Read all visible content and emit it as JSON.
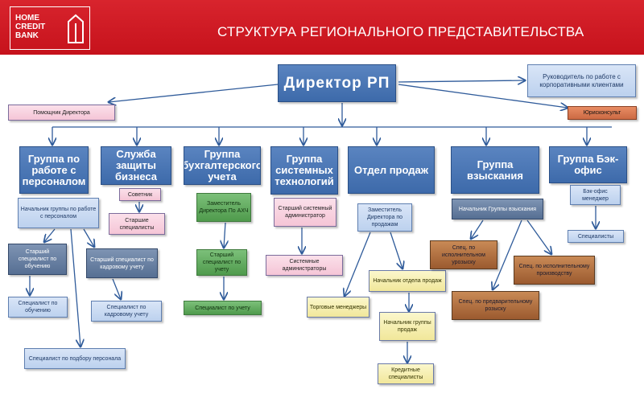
{
  "header": {
    "logo_text": "HOME\nCREDIT\nBANK",
    "title": "СТРУКТУРА РЕГИОНАЛЬНОГО ПРЕДСТАВИТЕЛЬСТВА"
  },
  "colors": {
    "header_red": "#c6121c",
    "dark_box": "#3d6aaa",
    "light_box": "#bcd1ee",
    "pink_box": "#f5c5d6",
    "green_box": "#4f9a4c",
    "yellow_box": "#f1e79a",
    "brown_box": "#9b5a2f",
    "steel_box": "#566f93",
    "orange_box": "#cc6a44",
    "connector": "#2f5b9a"
  },
  "top": {
    "director": "Директор РП",
    "corporate_manager": "Руководитель по работе с корпоративными клиентами",
    "assistant": "Помощник Директора",
    "legal": "Юрисконсульт"
  },
  "groups": {
    "training": "Группа по работе с персоналом",
    "security": "Служба защиты бизнеса",
    "accounting": "Группа бухгалтерского учета",
    "it": "Группа системных технологий",
    "sales": "Отдел продаж",
    "collection": "Группа взыскания",
    "backoffice": "Группа Бэк-офис"
  },
  "staff": {
    "hr_head": "Начальник группы по работе с персоналом",
    "hr_senior_training": "Старший специалист по обучению",
    "hr_senior_hr": "Старший специалист по кадровому учету",
    "hr_training": "Специалист по обучению",
    "hr_hr": "Специалист по кадровому учету",
    "hr_recruit": "Специалист по подбору персонала",
    "sec_adviser": "Советник",
    "sec_senior": "Старшие специалисты",
    "acc_deputy": "Заместитель Директора По АХЧ",
    "acc_senior": "Старший специалист по учету",
    "acc_spec": "Специалист по учету",
    "it_senior": "Старший системный администратор",
    "it_admins": "Системные администраторы",
    "sales_deputy": "Заместитель Директора по продажам",
    "sales_head": "Начальник отдела продаж",
    "sales_trade": "Торговые менеджеры",
    "sales_group_head": "Начальник группы продаж",
    "sales_credit": "Кредитные специалисты",
    "col_head": "Начальник Группы взыскания",
    "col_enf_spec": "Спец. по исполнительном урозыску",
    "col_enf_prod": "Спец. по исполнительному производству",
    "col_pre": "Спец. по предварительному розыску",
    "bo_manager": "Бэк-офис менеджер",
    "bo_spec": "Специалисты"
  }
}
